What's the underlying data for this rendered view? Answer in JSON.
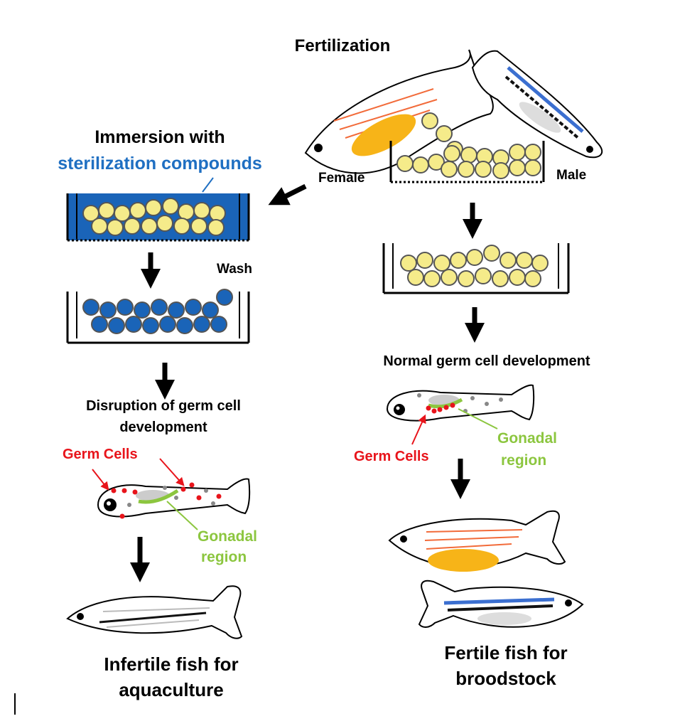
{
  "labels": {
    "fertilization": "Fertilization",
    "female": "Female",
    "male": "Male",
    "immersion_line1": "Immersion with",
    "immersion_line2": "sterilization compounds",
    "wash": "Wash",
    "disruption_line1": "Disruption of germ cell",
    "disruption_line2": "development",
    "normal_dev": "Normal germ cell development",
    "germ_cells_left": "Germ Cells",
    "germ_cells_right": "Germ Cells",
    "gonadal_left_1": "Gonadal",
    "gonadal_left_2": "region",
    "gonadal_right_1": "Gonadal",
    "gonadal_right_2": "region",
    "infertile_line1": "Infertile fish for",
    "infertile_line2": "aquaculture",
    "fertile_line1": "Fertile fish for",
    "fertile_line2": "broodstock"
  },
  "colors": {
    "text": "#000000",
    "sterilization_blue": "#1f6fc2",
    "germ_red": "#e8141b",
    "gonad_green": "#8cc63f",
    "egg_yellow": "#f5eb8a",
    "egg_blue": "#1a64b8",
    "yolk_orange": "#f7b418",
    "stripe_orange": "#f26b3a",
    "stripe_blue": "#3b6fd0"
  },
  "icons": [
    "zebrafish-female-icon",
    "zebrafish-male-icon",
    "egg-dish-icon",
    "larva-icon",
    "arrow-down-icon"
  ]
}
